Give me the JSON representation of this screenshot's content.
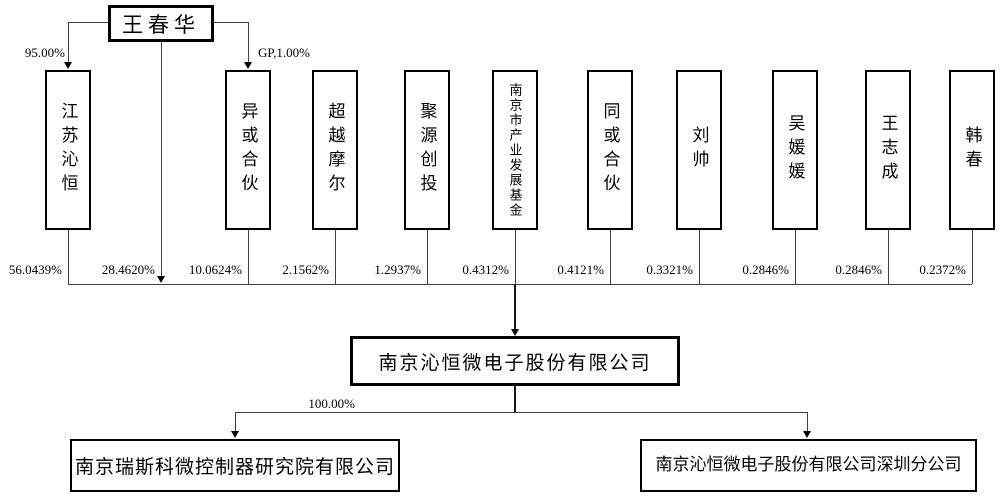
{
  "diagram": {
    "controller": {
      "name": "王春华"
    },
    "controller_edges": {
      "to_first_shareholder": "95.00%",
      "to_partnership": "GP,1.00%",
      "direct_to_company": "28.4620%"
    },
    "shareholders": [
      {
        "name": "江苏沁恒",
        "pct": "56.0439%"
      },
      {
        "name": "异或合伙",
        "pct": "10.0624%"
      },
      {
        "name": "超越摩尔",
        "pct": "2.1562%"
      },
      {
        "name": "聚源创投",
        "pct": "1.2937%"
      },
      {
        "name": "南京市产业发展基金",
        "pct": "0.4312%"
      },
      {
        "name": "同或合伙",
        "pct": "0.4121%"
      },
      {
        "name": "刘帅",
        "pct": "0.3321%"
      },
      {
        "name": "吴媛媛",
        "pct": "0.2846%"
      },
      {
        "name": "王志成",
        "pct": "0.2846%"
      },
      {
        "name": "韩春",
        "pct": "0.2372%"
      }
    ],
    "company": {
      "name": "南京沁恒微电子股份有限公司"
    },
    "subsidiary_edge": {
      "pct": "100.00%"
    },
    "subsidiaries": [
      {
        "name": "南京瑞斯科微控制器研究院有限公司"
      },
      {
        "name": "南京沁恒微电子股份有限公司深圳分公司"
      }
    ]
  }
}
